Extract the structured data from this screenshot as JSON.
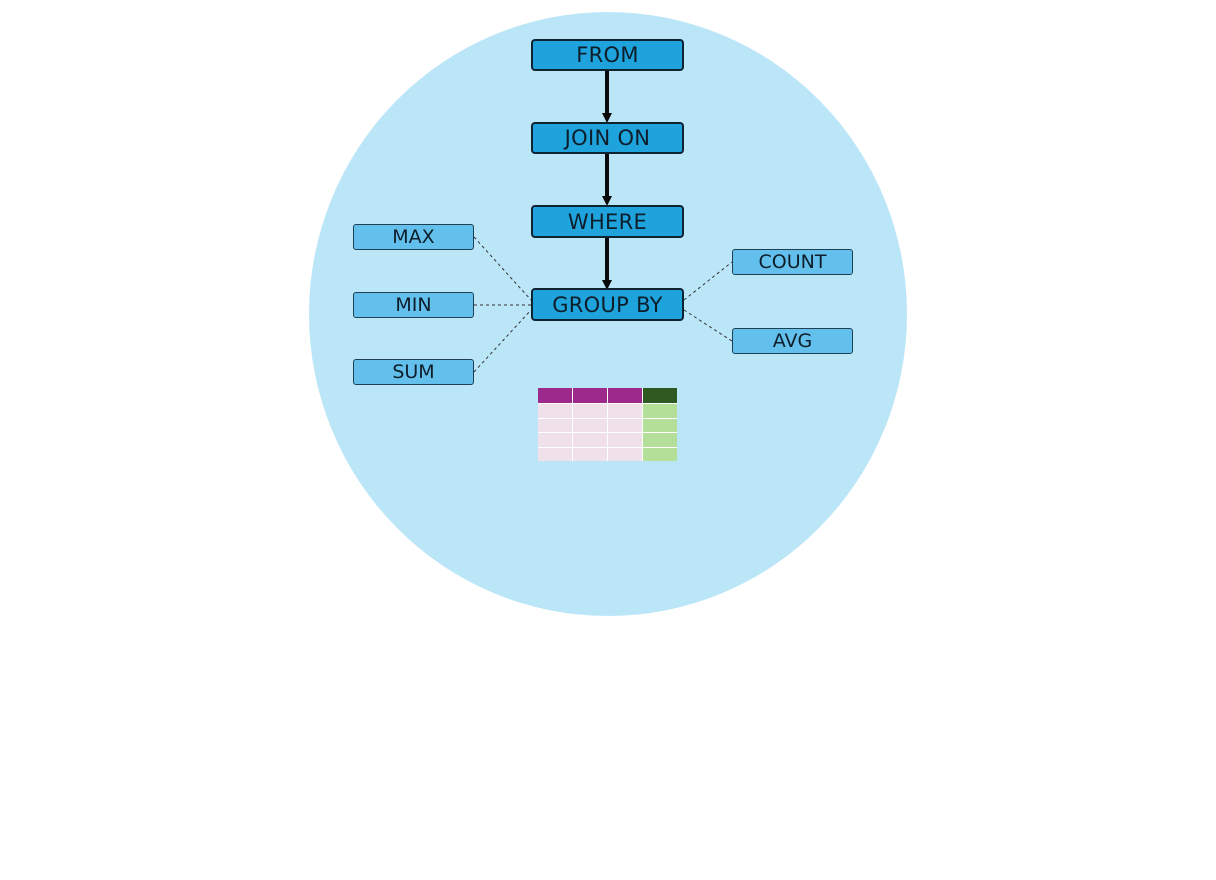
{
  "colors": {
    "circle": "#bbe6f8",
    "main_node": "#1fa3dc",
    "agg_node": "#63c0ec",
    "arrow": "#0a0a0a",
    "grid_header_pink": "#9c2a8c",
    "grid_header_green": "#2e5a22",
    "grid_body_pink": "#efe0ea",
    "grid_body_green": "#b3df98"
  },
  "flow": [
    {
      "id": "from",
      "label": "FROM"
    },
    {
      "id": "join",
      "label": "JOIN ON"
    },
    {
      "id": "where",
      "label": "WHERE"
    },
    {
      "id": "group",
      "label": "GROUP BY"
    }
  ],
  "aggregates_left": [
    {
      "id": "max",
      "label": "MAX"
    },
    {
      "id": "min",
      "label": "MIN"
    },
    {
      "id": "sum",
      "label": "SUM"
    }
  ],
  "aggregates_right": [
    {
      "id": "count",
      "label": "COUNT"
    },
    {
      "id": "avg",
      "label": "AVG"
    }
  ],
  "result_table": {
    "columns": [
      "pink",
      "pink",
      "pink",
      "green"
    ],
    "body_rows": 4
  }
}
